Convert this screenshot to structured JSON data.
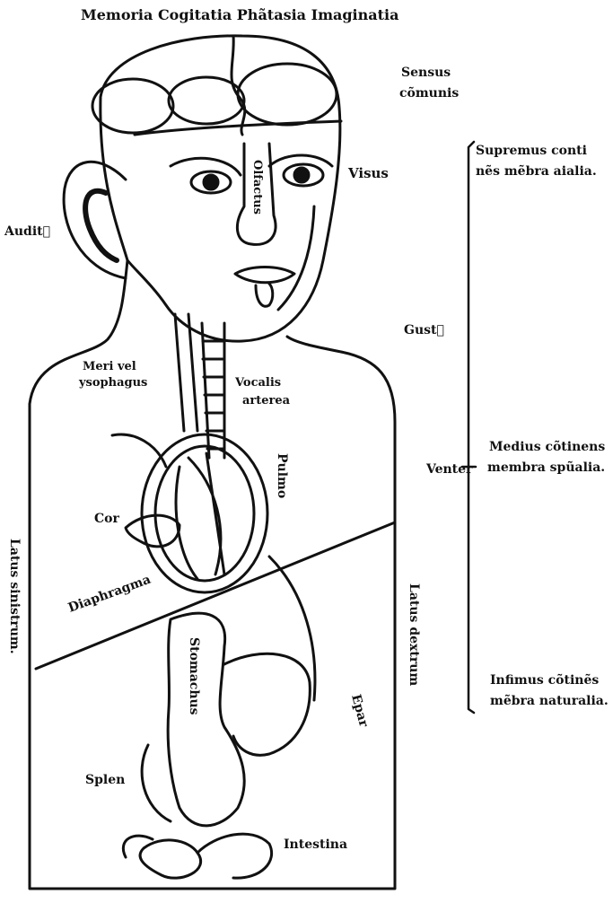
{
  "title": "Memoria Cogitatia Phãtasia Imaginatia",
  "labels": {
    "sensus": [
      "Sensus",
      "cõmunis"
    ],
    "visus": "Visus",
    "auditus": "Audit᷒",
    "olfactus": "Olfactus",
    "gustus": "Gust᷒",
    "meri": [
      "Meri vel",
      "ysophagus"
    ],
    "vocalis": [
      "Vocalis",
      "arterea"
    ],
    "pulmo": "Pulmo",
    "cor": "Cor",
    "diaphragma": "Diaphragma",
    "latus_sinistrum": "Latus sinistrum.",
    "latus_dextrum": "Latus dextrum",
    "venter": "Venter",
    "stomachus": "Stomachus",
    "epar": "Epar",
    "splen": "Splen",
    "intestina": "Intestina"
  },
  "regions": [
    {
      "lines": [
        "Supremus conti",
        "nẽs mẽbra aialia."
      ]
    },
    {
      "lines": [
        "Medius cõtinens",
        "membra spũalia."
      ]
    },
    {
      "lines": [
        "Infimus cõtinẽs",
        "mẽbra naturalia."
      ]
    }
  ],
  "colors": {
    "ink": "#111111",
    "paper": "#ffffff"
  }
}
